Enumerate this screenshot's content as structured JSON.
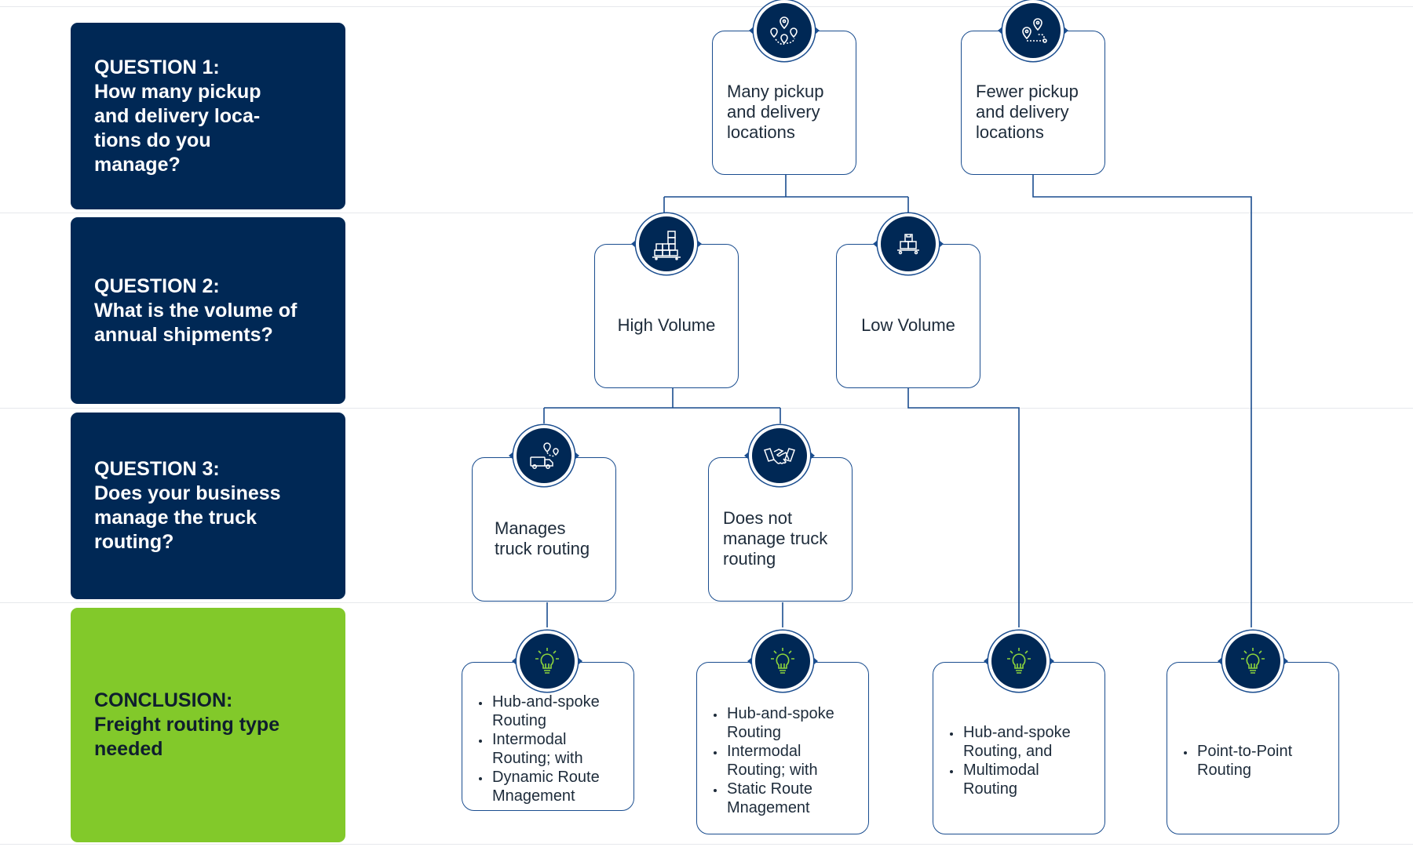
{
  "questions": [
    {
      "title": "QUESTION 1:",
      "text": "How many pickup and delivery loca-tions do you manage?"
    },
    {
      "title": "QUESTION 2:",
      "text": "What is the volume of annual shipments?"
    },
    {
      "title": "QUESTION 3:",
      "text": "Does your business manage the truck routing?"
    },
    {
      "title": "CONCLUSION:",
      "text": "Freight routing type needed"
    }
  ],
  "nodes": {
    "many_locations": {
      "label": "Many pickup and delivery locations",
      "icon": "multiple-locations-icon"
    },
    "fewer_locations": {
      "label": "Fewer pickup and delivery locations",
      "icon": "route-pins-icon"
    },
    "high_volume": {
      "label": "High Volume",
      "icon": "stacked-boxes-icon"
    },
    "low_volume": {
      "label": "Low Volume",
      "icon": "few-boxes-icon"
    },
    "manages_routing": {
      "label": "Manages truck routing",
      "icon": "truck-route-icon"
    },
    "not_manage_routing": {
      "label": "Does not manage truck routing",
      "icon": "handshake-icon"
    }
  },
  "conclusions": [
    {
      "items": [
        "Hub-and-spoke Routing",
        "Intermodal Routing; with",
        "Dynamic Route Mnagement"
      ],
      "icon": "lightbulb-icon"
    },
    {
      "items": [
        "Hub-and-spoke Routing",
        "Intermodal Routing; with",
        "Static Route Mnagement"
      ],
      "icon": "lightbulb-icon"
    },
    {
      "items": [
        "Hub-and-spoke Routing, and",
        "Multimodal Routing"
      ],
      "icon": "lightbulb-icon"
    },
    {
      "items": [
        "Point-to-Point Routing"
      ],
      "icon": "lightbulb-icon"
    }
  ],
  "colors": {
    "navy": "#002855",
    "green": "#82c92a",
    "line": "#1a4d8f",
    "bulb": "#8cd43c"
  }
}
